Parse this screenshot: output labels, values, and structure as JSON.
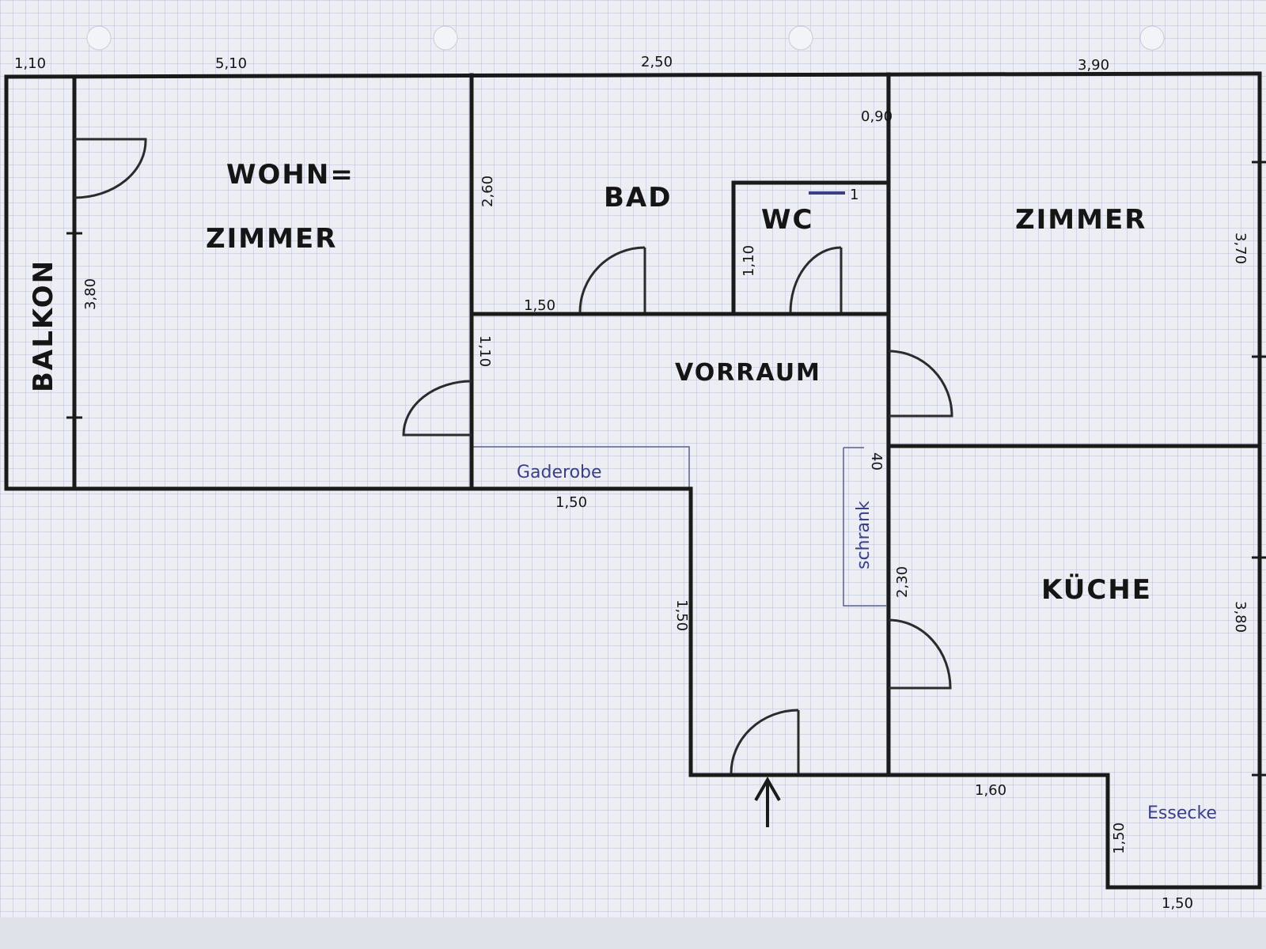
{
  "rooms": {
    "balkon": "BALKON",
    "wohn_line1": "WOHN=",
    "wohn_line2": "ZIMMER",
    "bad": "BAD",
    "wc": "WC",
    "zimmer": "ZIMMER",
    "vorraum": "VORRAUM",
    "kueche": "KÜCHE"
  },
  "notes": {
    "garderobe": "Gaderobe",
    "schrank": "schrank",
    "essecke": "Essecke"
  },
  "dimensions": {
    "balkon_width": "1,10",
    "wohn_width": "5,10",
    "bad_width": "2,50",
    "zimmer_width": "3,90",
    "wc_offset": "0,90",
    "bad_height": "2,60",
    "wohn_height": "3,80",
    "zimmer_height": "3,70",
    "wc_height": "1,10",
    "bad_bottom": "1,50",
    "vorraum_side": "1,10",
    "garderobe_width": "1,50",
    "schrank_depth": "40",
    "corridor_height": "1,50",
    "kueche_side": "2,30",
    "kueche_height": "3,80",
    "kueche_bottom": "1,60",
    "essecke_height": "1,50",
    "essecke_width": "1,50"
  },
  "wc_note": "1",
  "colors": {
    "paper": "#eceef3",
    "grid": "#b9bfd6",
    "wall": "#1a1a1a",
    "pen_blue": "#3a3f86"
  }
}
